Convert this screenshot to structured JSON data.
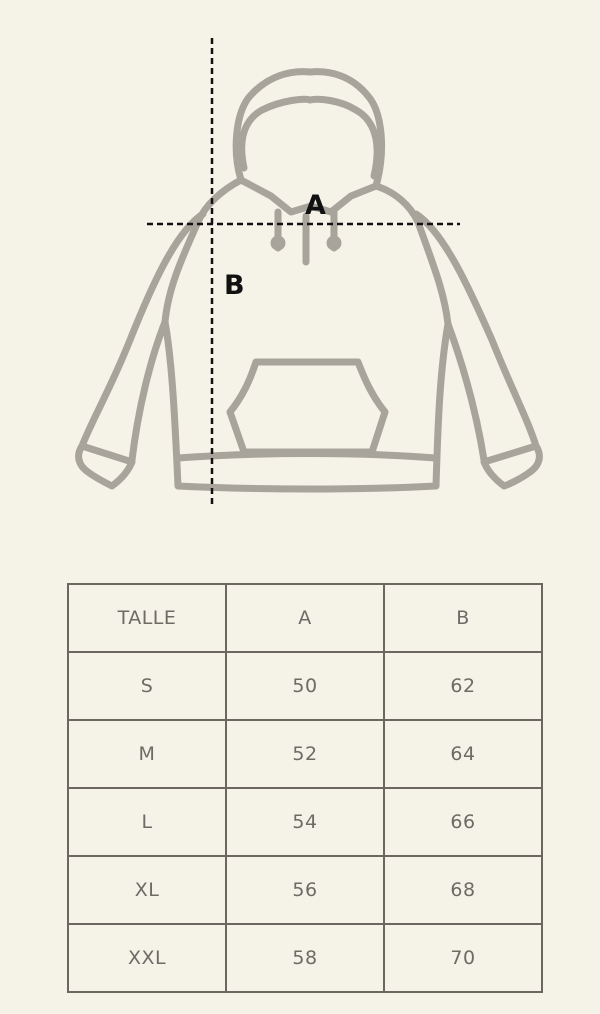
{
  "diagram": {
    "label_a": "A",
    "label_b": "B",
    "garment_stroke_color": "#a8a49c",
    "measure_line_color": "#111111"
  },
  "size_table": {
    "headers": [
      "TALLE",
      "A",
      "B"
    ],
    "rows": [
      [
        "S",
        "50",
        "62"
      ],
      [
        "M",
        "52",
        "64"
      ],
      [
        "L",
        "54",
        "66"
      ],
      [
        "XL",
        "56",
        "68"
      ],
      [
        "XXL",
        "58",
        "70"
      ]
    ],
    "border_color": "#6b6660",
    "text_color": "#6e6a65"
  }
}
